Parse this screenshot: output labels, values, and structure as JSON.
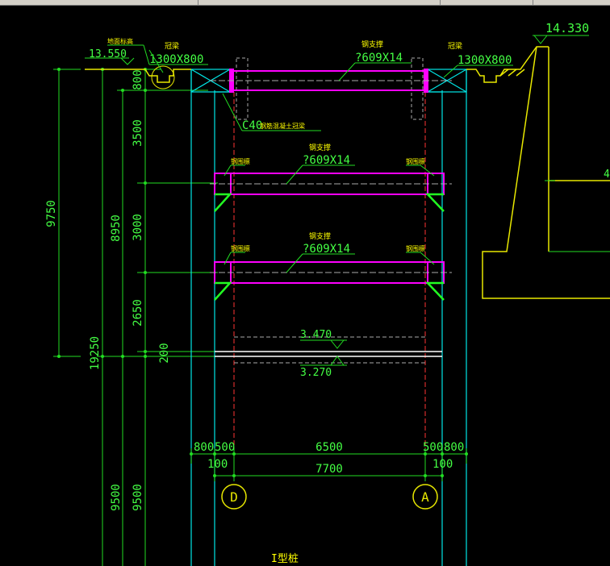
{
  "colors": {
    "background": "#000000",
    "dimension": "#22dd22",
    "text": "#44ff44",
    "label_yellow": "#ffff00",
    "wall": "#00e5e5",
    "strut": "#ff00ff",
    "wall_retaining": "#e8e800",
    "axis_red": "#ff3333",
    "white": "#ffffff"
  },
  "elevations": {
    "top_left": "13.550",
    "top_right": "14.330",
    "base_top": "3.470",
    "base_bottom": "3.270"
  },
  "labels": {
    "crown_beam_left": "1300X800",
    "crown_beam_right": "1300X800",
    "crown_beam_cn": "冠梁",
    "ground_cn": "地面标高",
    "concrete": "C40",
    "concrete_cn": "钢筋混凝土冠梁",
    "strut_1": "?609X14",
    "strut_2": "?609X14",
    "strut_3": "?609X14",
    "strut_cn": "钢支撑",
    "waler_cn": "钢围檩",
    "pile_type": "I型桩",
    "edge_cut": "4"
  },
  "dims_vertical_inner": [
    "800",
    "3500",
    "3000",
    "2650",
    "200",
    "9500"
  ],
  "dims_vertical_mid": [
    "8950",
    "9500"
  ],
  "dims_vertical_outer": [
    "9750",
    "19250"
  ],
  "dims_horizontal_top": [
    "800",
    "500",
    "6500",
    "500",
    "800"
  ],
  "dims_horizontal_bottom": [
    "100",
    "7700",
    "100"
  ],
  "axes": [
    "D",
    "A"
  ]
}
